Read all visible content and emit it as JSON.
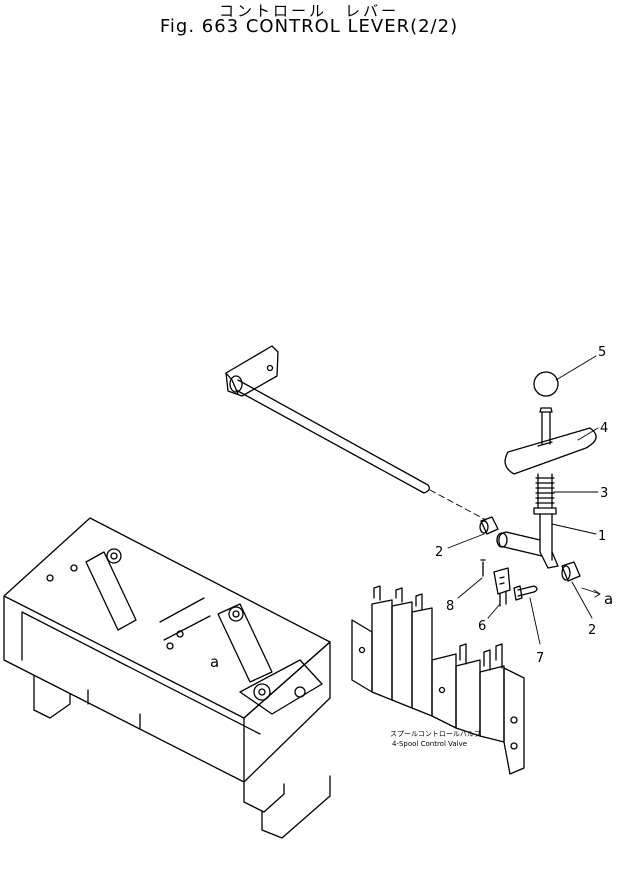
{
  "title": {
    "jp": "コントロール　レバー",
    "en": "Fig. 663 CONTROL LEVER(2/2)"
  },
  "callouts": {
    "c1": "1",
    "c2a": "2",
    "c2b": "2",
    "c3": "3",
    "c4": "4",
    "c5": "5",
    "c6": "6",
    "c7": "7",
    "c8": "8",
    "ref_a_right": "a",
    "ref_a_frame": "a"
  },
  "valve_label": {
    "jp": "スプールコントロールバルブ",
    "en": "4-Spool Control Valve"
  }
}
